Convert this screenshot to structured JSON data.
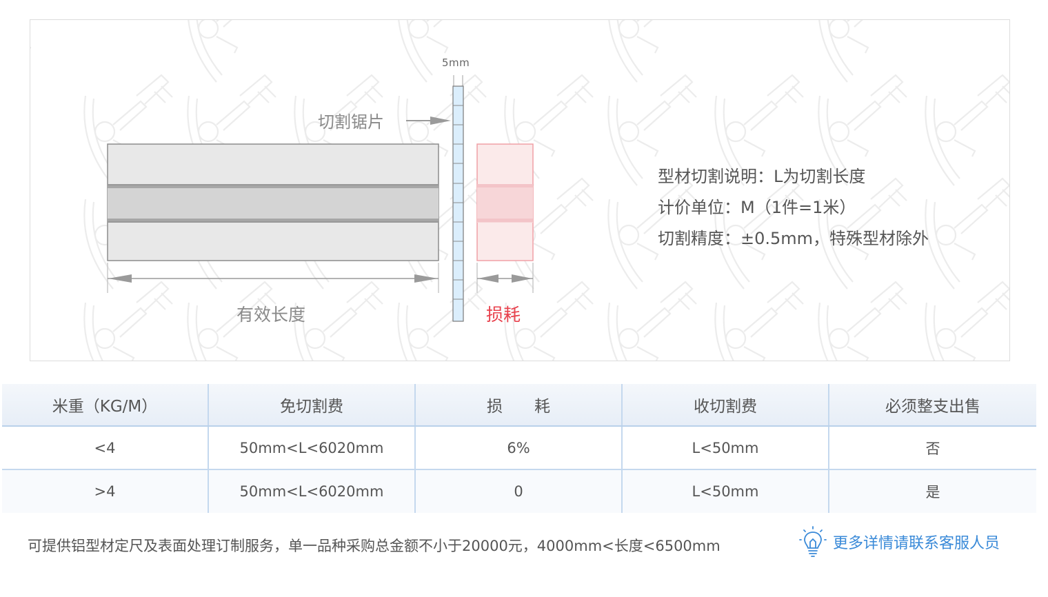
{
  "diagram": {
    "blade_width_label": "5mm",
    "blade_label": "切割锯片",
    "effective_length_label": "有效长度",
    "loss_label": "损耗",
    "colors": {
      "profile_fill": "#e8e8e8",
      "profile_core": "#d4d4d4",
      "profile_stroke": "#8c8c8c",
      "blade_fill": "#dbeefc",
      "blade_stroke": "#7a7a7a",
      "loss_fill": "#fbeaea",
      "loss_core": "#f7d6d8",
      "loss_stroke": "#f0a0a6",
      "loss_text": "#e8404c"
    }
  },
  "description": {
    "lines": [
      "型材切割说明：L为切割长度",
      "计价单位：M（1件=1米）",
      "切割精度：±0.5mm，特殊型材除外"
    ]
  },
  "table": {
    "headers": [
      "米重（KG/M）",
      "免切割费",
      "损　　耗",
      "收切割费",
      "必须整支出售"
    ],
    "rows": [
      [
        "<4",
        "50mm<L<6020mm",
        "6%",
        "L<50mm",
        "否"
      ],
      [
        ">4",
        "50mm<L<6020mm",
        "0",
        "L<50mm",
        "是"
      ]
    ]
  },
  "footer": {
    "note": "可提供铝型材定尺及表面处理订制服务，单一品种采购总金额不小于20000元，4000mm<长度<6500mm",
    "contact_label": "更多详情请联系客服人员",
    "contact_icon": "lightbulb-icon",
    "contact_color": "#3a8ad8"
  }
}
